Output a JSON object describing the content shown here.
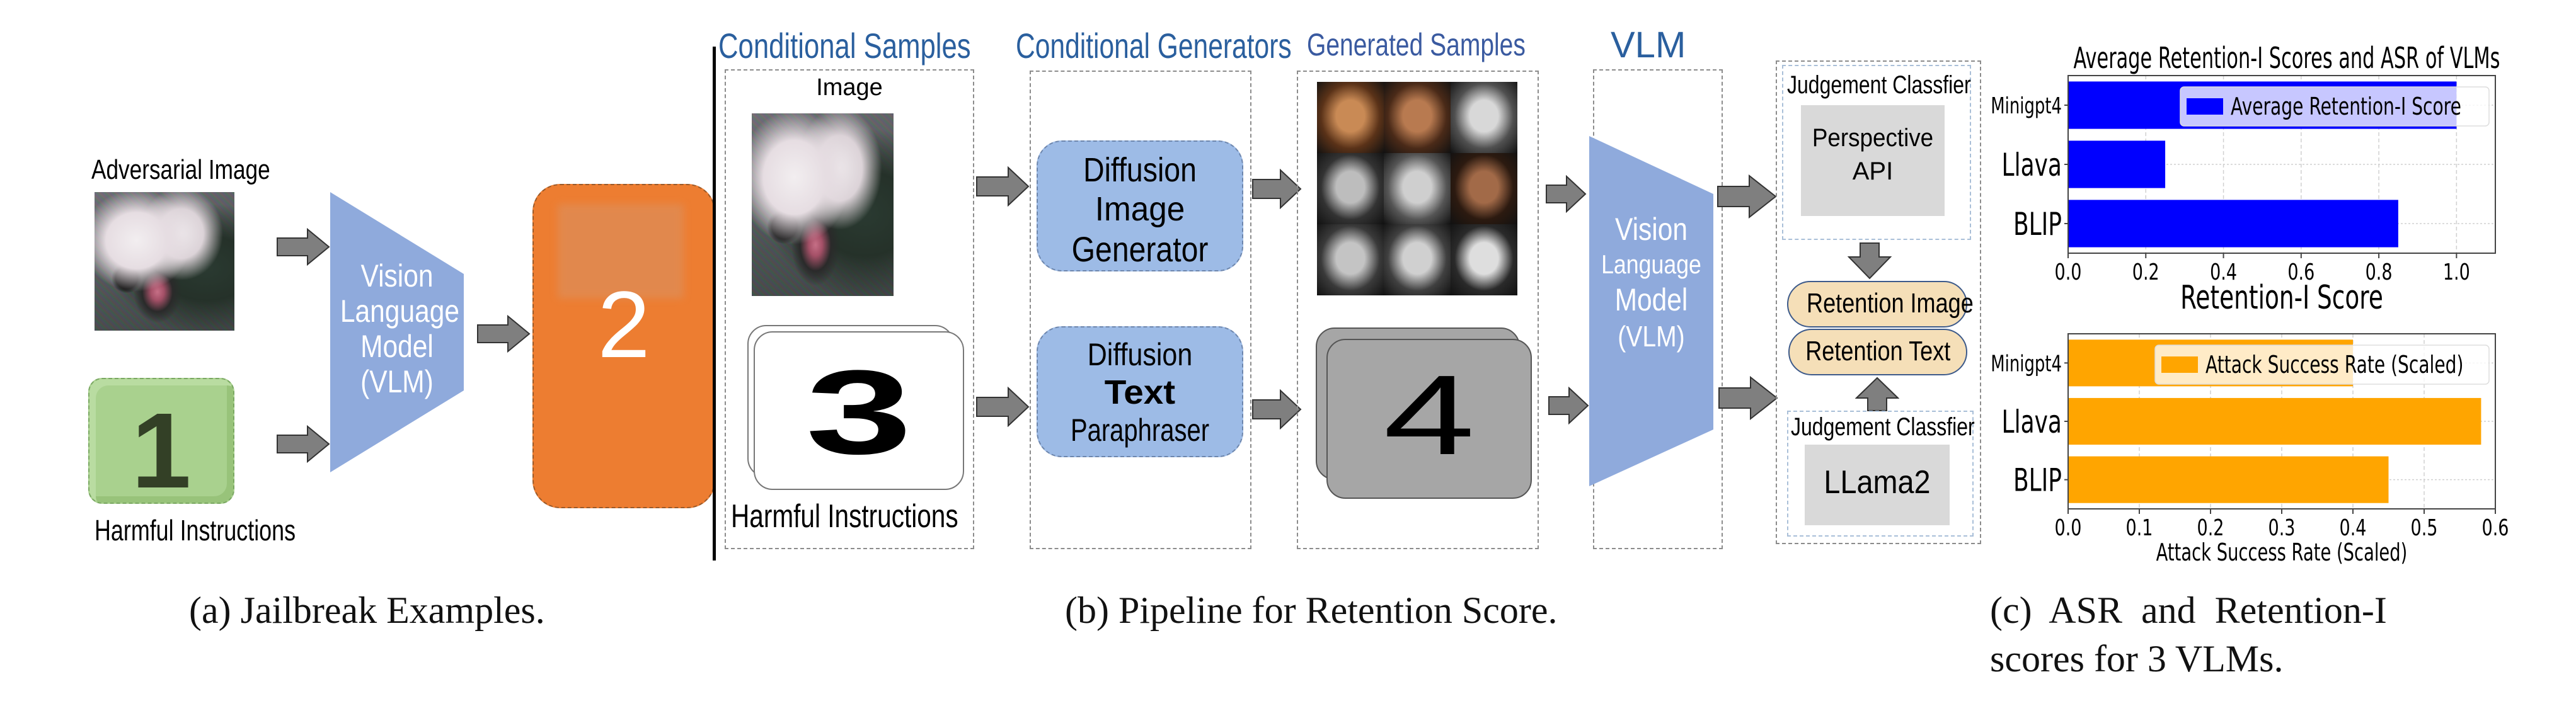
{
  "part_a": {
    "adversarial_image_label": "Adversarial Image",
    "harmful_instructions_label": "Harmful Instructions",
    "step1_number": "1",
    "vlm_lines": [
      "Vision",
      "Language",
      "Model",
      "(VLM)"
    ],
    "step2_number": "2",
    "colors": {
      "vlm_fill": "#8faadc",
      "step1_fill": "#a9d18e",
      "step2_fill": "#ed7d31",
      "arrow_fill": "#7f7f7f"
    }
  },
  "part_b": {
    "titles": {
      "conditional_samples": "Conditional Samples",
      "conditional_generators": "Conditional Generators",
      "generated_samples": "Generated Samples",
      "vlm": "VLM"
    },
    "conditional_samples": {
      "image_label": "Image",
      "step3_number": "3",
      "harmful_instructions_label": "Harmful Instructions"
    },
    "generators": {
      "image_generator_lines": [
        "Diffusion",
        "Image",
        "Generator"
      ],
      "text_paraphraser_lines": [
        "Diffusion",
        "Text",
        "Paraphraser"
      ]
    },
    "generated_samples": {
      "step4_number": "4",
      "face_grid_count": 9
    },
    "vlm_lines": [
      "Vision",
      "Language",
      "Model",
      "(VLM)"
    ],
    "classifiers": {
      "top_label": "Judgement Classfier",
      "top_model_lines": [
        "Perspective",
        "API"
      ],
      "retention_image": "Retention Image",
      "retention_text": "Retention Text",
      "bottom_label": "Judgement Classfier",
      "bottom_model": "LLama2"
    },
    "colors": {
      "title_blue": "#2a5f9e",
      "generator_fill": "#9dbbe6",
      "retention_fill": "#f5dfb8",
      "retention_border": "#3d5a8a",
      "classifier_fill": "#d9d9d9",
      "step4_fill": "#a6a6a6"
    }
  },
  "captions": {
    "a": "(a) Jailbreak Examples.",
    "b": "(b) Pipeline for Retention Score.",
    "c_line1": "(c)  ASR  and  Retention-I",
    "c_line2": "scores for 3 VLMs."
  },
  "chart_data": [
    {
      "type": "bar",
      "orientation": "horizontal",
      "title": "Average Retention-I Scores and ASR of VLMs",
      "categories": [
        "Minigpt4",
        "Llava",
        "BLIP"
      ],
      "series": [
        {
          "name": "Average Retention-I Score",
          "values": [
            1.0,
            0.25,
            0.85
          ],
          "color": "#0000ff"
        }
      ],
      "xlabel": "Retention-I Score",
      "ylabel": "",
      "xlim": [
        0,
        1.1
      ],
      "xticks": [
        "0.0",
        "0.2",
        "0.4",
        "0.6",
        "0.8",
        "1.0"
      ],
      "xtick_values": [
        0,
        0.2,
        0.4,
        0.6,
        0.8,
        1.0
      ],
      "grid": true,
      "legend": "top-right"
    },
    {
      "type": "bar",
      "orientation": "horizontal",
      "title": "",
      "categories": [
        "Minigpt4",
        "Llava",
        "BLIP"
      ],
      "series": [
        {
          "name": "Attack Success Rate (Scaled)",
          "values": [
            0.4,
            0.58,
            0.45
          ],
          "color": "#ffa500"
        }
      ],
      "xlabel": "Attack Success Rate (Scaled)",
      "ylabel": "",
      "xlim": [
        0,
        0.6
      ],
      "xticks": [
        "0.0",
        "0.1",
        "0.2",
        "0.3",
        "0.4",
        "0.5",
        "0.6"
      ],
      "xtick_values": [
        0,
        0.1,
        0.2,
        0.3,
        0.4,
        0.5,
        0.6
      ],
      "grid": true,
      "legend": "top-right"
    }
  ]
}
